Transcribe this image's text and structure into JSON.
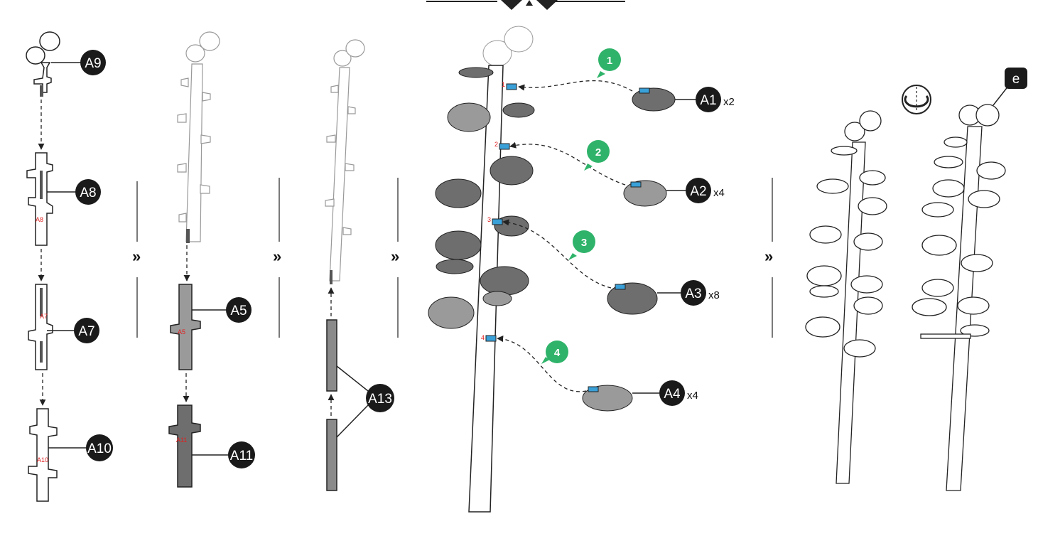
{
  "top_ornament": "header-ornament",
  "colors": {
    "step_bubble": "#2fb36a",
    "badge": "#1a1a1a",
    "part_dark": "#6e6e6e",
    "part_mid": "#9a9a9a",
    "outline": "#222222",
    "clip": "#3aa0d8",
    "part_mark": "#e02020"
  },
  "panel1": {
    "parts": [
      {
        "label": "A9"
      },
      {
        "label": "A8",
        "mark": "A8"
      },
      {
        "label": "A7",
        "mark": "A7"
      },
      {
        "label": "A10",
        "mark": "A10"
      }
    ]
  },
  "panel2": {
    "parts": [
      {
        "label": "A5",
        "mark": "A5"
      },
      {
        "label": "A11",
        "mark": "A11"
      }
    ]
  },
  "panel3": {
    "label": "A13"
  },
  "panel4": {
    "steps": [
      {
        "number": "1",
        "part": "A1",
        "qty": "x2",
        "mark": "1"
      },
      {
        "number": "2",
        "part": "A2",
        "qty": "x4",
        "mark": "2"
      },
      {
        "number": "3",
        "part": "A3",
        "qty": "x8",
        "mark": "3"
      },
      {
        "number": "4",
        "part": "A4",
        "qty": "x4",
        "mark": "4"
      }
    ]
  },
  "panel5": {
    "badge": "e",
    "rotate_icon": "rotate-icon"
  },
  "arrows": [
    "»",
    "»",
    "»",
    "»"
  ]
}
